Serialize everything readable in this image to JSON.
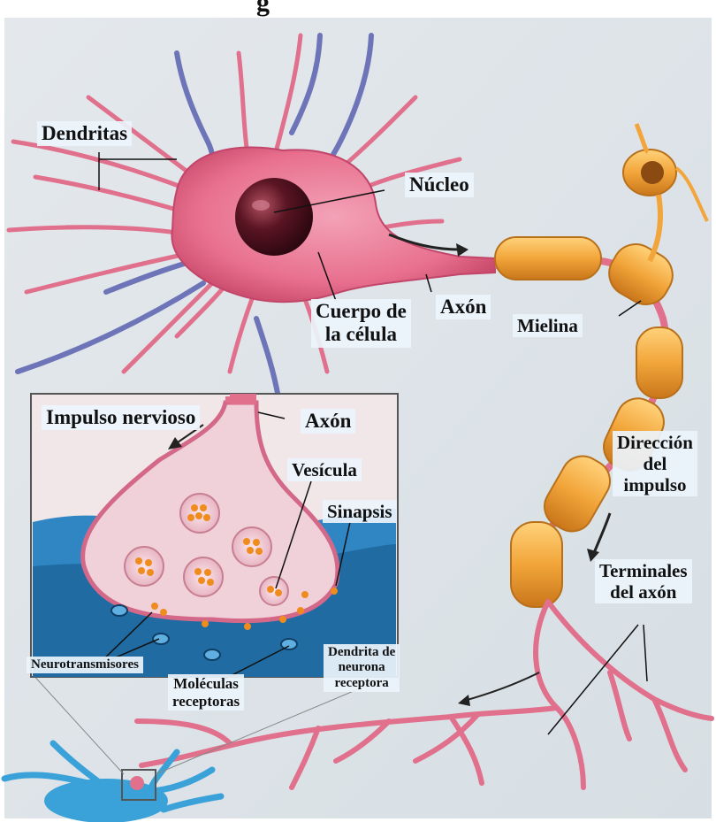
{
  "title_fragment": "g",
  "labels": {
    "dendritas": "Dendritas",
    "nucleo": "Núcleo",
    "cuerpo_line1": "Cuerpo de",
    "cuerpo_line2": "la célula",
    "axon_top": "Axón",
    "mielina": "Mielina",
    "impulso_nervioso": "Impulso nervioso",
    "axon_inset": "Axón",
    "vesicula": "Vesícula",
    "sinapsis": "Sinapsis",
    "direccion_line1": "Dirección",
    "direccion_line2": "del",
    "direccion_line3": "impulso",
    "terminales_line1": "Terminales",
    "terminales_line2": "del axón",
    "neurotransmisores": "Neurotransmisores",
    "moleculas_line1": "Moléculas",
    "moleculas_line2": "receptoras",
    "dendrita_line1": "Dendrita de",
    "dendrita_line2": "neurona",
    "dendrita_line3": "receptora"
  },
  "colors": {
    "background": "#dfe6ea",
    "cell_body": "#e8708e",
    "nucleus": "#4a0f1c",
    "myelin": "#f2a53a",
    "dendrite_blue": "#6d74b8",
    "inset_membrane": "#2f86c2",
    "vesicle_dot": "#f08c1e"
  }
}
